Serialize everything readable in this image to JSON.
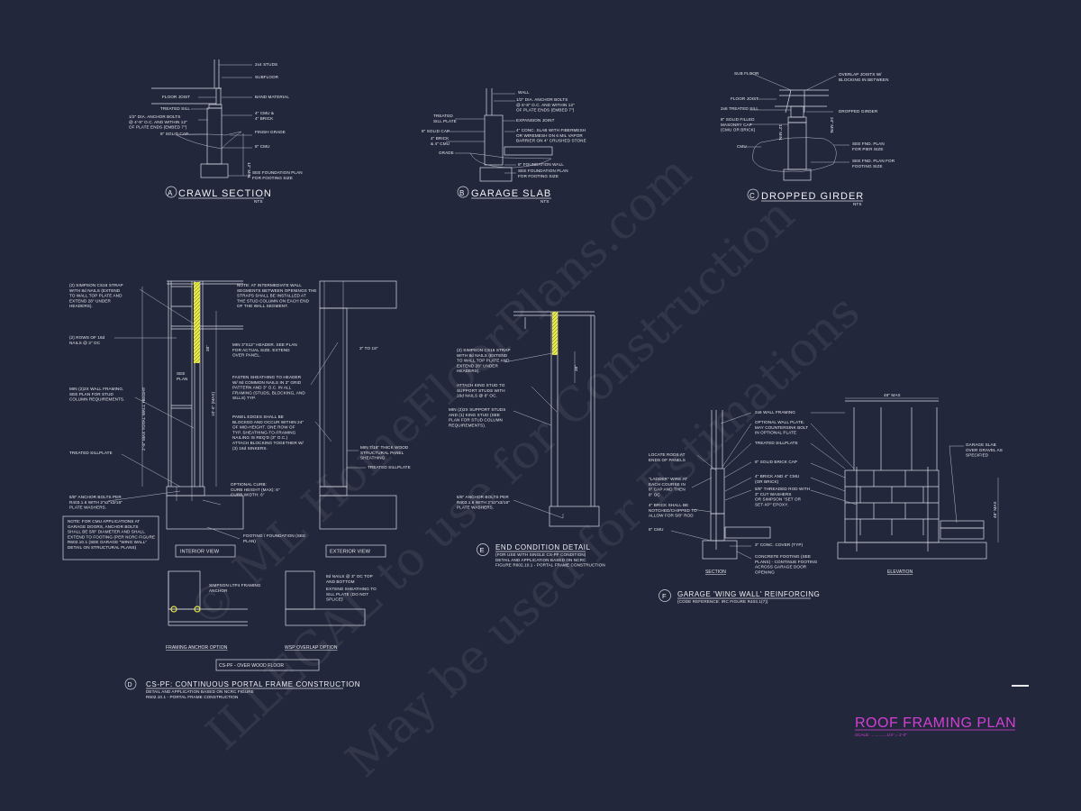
{
  "colors": {
    "background": "#23273b",
    "linework": "#d9dbe4",
    "strap": "#e6e84a",
    "title_magenta": "#d43fd6"
  },
  "watermark": [
    "© ML HomeFloorPlans.com",
    "ILLEGAL to use for Construction",
    "May be used for Estimations"
  ],
  "crawl": {
    "letter": "A",
    "title": "CRAWL SECTION",
    "nts": "NTS",
    "labels": [
      "2x4 STUDS",
      "SUBFLOOR",
      "BAND MATERIAL",
      "4\" CMU &\n4\" BRICK",
      "FINISH GRADE",
      "8\" CMU",
      "SEE FOUNDATION PLAN\nFOR FOOTING SIZE",
      "FLOOR JOIST",
      "TREATED SILL",
      "1/2\" DIA. ANCHOR BOLTS\n@ 4'-8\" O.C. AND WITHIN 12\"\nOF PLATE ENDS (EMBED 7\")",
      "8\" SOLID CAP",
      "12\" MIN."
    ]
  },
  "garage_slab": {
    "letter": "B",
    "title": "GARAGE SLAB",
    "nts": "NTS",
    "labels": [
      "WALL",
      "1/2\" DIA. ANCHOR BOLTS\n@ 6'-8\" O.C. AND WITHIN 12\"\nOF PLATE ENDS (EMBED 7\")",
      "EXPANSION JOINT",
      "4\" CONC. SLAB WITH FIBERMESH\nOR WIREMESH ON 6 MIL VAPOR\nBARRIER ON 4\" CRUSHED STONE",
      "8\" FOUNDATION WALL",
      "SEE FOUNDATION PLAN\nFOR FOOTING SIZE",
      "TREATED\nSILL PLATE",
      "8\" SOLID CAP",
      "4\" BRICK\n& 4\" CMU",
      "GRADE"
    ]
  },
  "dropped_girder": {
    "letter": "C",
    "title": "DROPPED GIRDER",
    "nts": "NTS",
    "labels": [
      "SUB FLOOR",
      "OVERLAP JOISTS W/\nBLOCKING IN BETWEEN",
      "FLOOR JOIST",
      "2x6 TREATED SILL",
      "DROPPED GIRDER",
      "8\" SOLID FILLED\nMASONRY CAP\n(CMU OR BRICK)",
      "CMU",
      "SEE FND. PLAN\nFOR PIER SIZE",
      "SEE FND. PLAN FOR\nFOOTING SIZE",
      "12\" MIN.",
      "24\" MIN."
    ]
  },
  "portal_frame": {
    "letter": "D",
    "title": "CS-PF: CONTINUOUS PORTAL FRAME CONSTRUCTION",
    "subtitle": "DETAIL AND APPLICATION BASED ON NCRC FIGURE\nR602.10.1 - PORTAL FRAME CONSTRUCTION",
    "left_labels": [
      "(2) SIMPSON CS16 STRAP\nWITH 8d NAILS (EXTEND\nTO WALL TOP PLATE AND\nEXTEND 28\" UNDER\nHEADERS).",
      "(2) ROWS OF 16d\nNAILS @ 3\" OC",
      "MIN (2)2X WALL FRAMING.\nSEE PLAN FOR STUD\nCOLUMN REQUIREMENTS.",
      "TREATED SILLPLATE",
      "5/8\" ANCHOR BOLTS PER\nR403.1.6 WITH 2\"x2\"x3/16\"\nPLATE WASHERS."
    ],
    "note_box": "NOTE: FOR CMU APPLICATIONS AT\nGARAGE DOORS, ANCHOR BOLTS\nSHALL BE 5/8\" DIAMETER AND SHALL\nEXTEND TO FOOTING (PER NCRC FIGURE\nR602.10.1 (SEE GARAGE \"WING WALL\"\nDETAIL ON STRUCTURAL PLANS)",
    "center_labels": [
      "NOTE: AT INTERMEDIATE WALL\nSEGMENTS BETWEEN OPENINGS THE\nSTRAPS SHALL BE INSTALLED AT\nTHE STUD COLUMN ON EACH END\nOF THE WALL SEGMENT.",
      "MIN 3\"X12\" HEADER. SEE PLAN\nFOR ACTUAL SIZE. EXTEND\nOVER PANEL.",
      "FASTEN SHEATHING TO HEADER\nW/ 8d COMMON NAILS IN 3\" GRID\nPATTERN AND 3\" O.C. IN ALL\nFRAMING (STUDS, BLOCKING, AND\nSILLS) TYP.",
      "PANEL EDGES SHALL BE\nBLOCKED AND OCCUR WITHIN 24\"\nOF MID-HEIGHT. ONE ROW OF\nTYP. SHEATHING-TO-FRAMING\nNAILING IS REQ'D (3\" O.C.)\nATTACH BLOCKING TOGETHER W/\n(3) 16d SINKERS.",
      "OPTIONAL CURB:\nCURB HEIGHT (MAX): 6\"\nCURB WIDTH: 6\"",
      "FOOTING / FOUNDATION (SEE\nPLAN)"
    ],
    "dims": [
      "SEE\nPLAN",
      "2'-8\" MAX TOTAL WALL HEIGHT",
      "10'-0\" (MAX)",
      "38\""
    ],
    "exterior_labels": [
      "3\" TO 18\"",
      "MIN 7/16\" THICK WOOD\nSTRUCTURAL PANEL\nSHEATHING",
      "TREATED SILLPLATE"
    ],
    "interior_view": "INTERIOR VIEW",
    "exterior_view": "EXTERIOR VIEW",
    "anchor_label": "SIMPSON LTP4 FRAMING\nANCHOR",
    "anchor_option": "FRAMING ANCHOR OPTION",
    "wsp_labels": [
      "8d NAILS @ 3\" OC TOP\nAND BOTTOM",
      "EXTEND SHEATHING TO\nSILL PLATE (DO NOT\nSPLICE)"
    ],
    "wsp_option": "WSP OVERLAP OPTION",
    "floor_box": "CS-PF - OVER WOOD FLOOR"
  },
  "end_condition": {
    "letter": "E",
    "title": "END CONDITION DETAIL",
    "subtitle": "(FOR USE WITH SINGLE CS-PF CONDITION)\nDETAIL AND APPLICATION BASED ON NCRC\nFIGURE R602.10.1 - PORTAL FRAME CONSTRUCTION",
    "labels": [
      "(2) SIMPSON CS16 STRAP\nWITH 8d NAILS (EXTEND\nTO WALL TOP PLATE AND\nEXTEND 28\" UNDER\nHEADERS).",
      "ATTACH KING STUD TO\nSUPPORT STUDS WITH\n16d NAILS @ 8\" OC.",
      "MIN (2)2X SUPPORT STUDS\nAND (1) KING STUD (SEE\nPLAN FOR STUD COLUMN\nREQUIREMENTS).",
      "5/8\" ANCHOR BOLTS PER\nR403.1.6 WITH 2\"x2\"x3/16\"\nPLATE WASHERS.",
      "38\""
    ]
  },
  "wing_wall": {
    "letter": "F",
    "title": "GARAGE 'WING WALL' REINFORCING",
    "subtitle": "(CODE REFERENCE: IRC FIGURE R403.1(7))",
    "left_labels": [
      "LOCATE RODS AT\nENDS OF PANELS",
      "\"LADDER\" WIRE AT\nEACH COURSE IN\n8\" CAP AND THEN\n8\" OC",
      "4\" BRICK SHALL BE\nNOTCHED/CHIPPED TO\nALLOW FOR 5/8\" ROD",
      "8\" CMU"
    ],
    "right_labels": [
      "2x6 WALL FRAMING",
      "OPTIONAL WALL PLATE.\nMAY COUNTERSINK BOLT\nIN OPTIONAL PLATE",
      "TREATED SILLPLATE",
      "8\" SOLID BRICK CAP",
      "4\" BRICK AND 4\" CMU\n(OR BRICK)",
      "5/8\" THREADED ROD WITH\n3\" CUT WASHERS\nOR SIMPSON \"SET OR\nSET-XP\" EPOXY.",
      "3\" CONC. COVER (TYP)",
      "CONCRETE FOOTING (SEE\nPLANS) - CONTINUE FOOTING\nACROSS GARAGE DOOR\nOPENING"
    ],
    "section": "SECTION",
    "elevation": "ELEVATION",
    "width_dim": "48\" MAX",
    "height_dim": "48\" MAX",
    "slab_label": "GARAGE SLAB\nOVER GRAVEL AS\nSPECIFIED"
  },
  "sheet": {
    "title": "ROOF FRAMING PLAN",
    "scale": "SCALE: ..............1/4\" = 1'-0\""
  }
}
